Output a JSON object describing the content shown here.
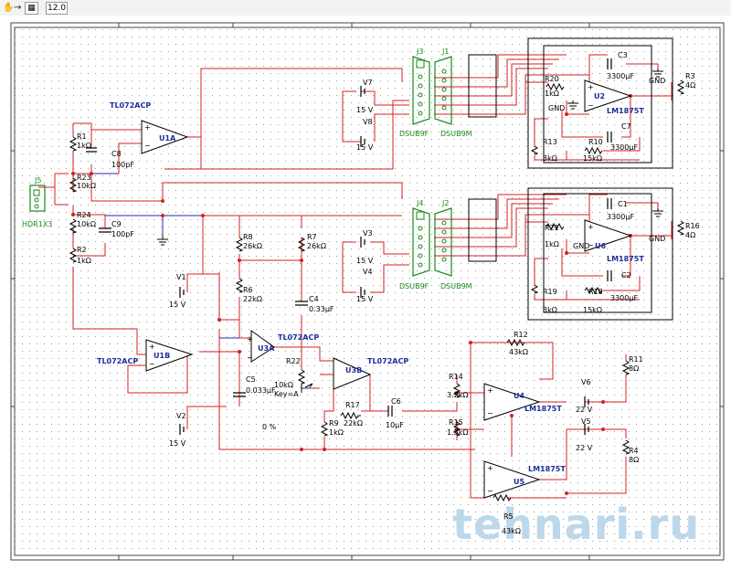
{
  "toolbar": {
    "zoom_value": "12.0"
  },
  "watermark": "tehnari.ru",
  "colors": {
    "wire_red": "#d62020",
    "wire_blue": "#2a2aa6",
    "component_black": "#000000",
    "connector_green": "#1a8a1a",
    "label_blue": "#1f2f9a",
    "watermark": "#bcd8ea"
  },
  "opamps": [
    {
      "ref": "U1A",
      "part": "TL072ACP"
    },
    {
      "ref": "U1B",
      "part": "TL072ACP"
    },
    {
      "ref": "U3A",
      "part": "TL072ACP"
    },
    {
      "ref": "U3B",
      "part": "TL072ACP"
    }
  ],
  "power_amps": [
    {
      "ref": "U2",
      "part": "LM1875T"
    },
    {
      "ref": "U6",
      "part": "LM1875T"
    },
    {
      "ref": "U4",
      "part": "LM1875T"
    },
    {
      "ref": "U5",
      "part": "LM1875T"
    }
  ],
  "resistors": [
    {
      "ref": "R1",
      "value": "1kΩ"
    },
    {
      "ref": "R2",
      "value": "1kΩ"
    },
    {
      "ref": "R23",
      "value": "10kΩ"
    },
    {
      "ref": "R24",
      "value": "10kΩ"
    },
    {
      "ref": "R8",
      "value": "26kΩ"
    },
    {
      "ref": "R7",
      "value": "26kΩ"
    },
    {
      "ref": "R6",
      "value": "22kΩ"
    },
    {
      "ref": "R9",
      "value": "1kΩ"
    },
    {
      "ref": "R17",
      "value": "22kΩ"
    },
    {
      "ref": "R14",
      "value": "3.2kΩ"
    },
    {
      "ref": "R15",
      "value": "1.5kΩ"
    },
    {
      "ref": "R12",
      "value": "43kΩ"
    },
    {
      "ref": "R5",
      "value": "43kΩ"
    },
    {
      "ref": "R11",
      "value": "8Ω"
    },
    {
      "ref": "R4",
      "value": "8Ω"
    },
    {
      "ref": "R20",
      "value": "1kΩ"
    },
    {
      "ref": "R21",
      "value": "1kΩ"
    },
    {
      "ref": "R13",
      "value": "3kΩ"
    },
    {
      "ref": "R19",
      "value": "3kΩ"
    },
    {
      "ref": "R10",
      "value": "15kΩ"
    },
    {
      "ref": "R18",
      "value": "15kΩ"
    },
    {
      "ref": "R3",
      "value": "4Ω"
    },
    {
      "ref": "R16",
      "value": "4Ω"
    }
  ],
  "capacitors": [
    {
      "ref": "C8",
      "value": "100pF"
    },
    {
      "ref": "C9",
      "value": "100pF"
    },
    {
      "ref": "C4",
      "value": "0.33µF"
    },
    {
      "ref": "C5",
      "value": "0.033µF"
    },
    {
      "ref": "C6",
      "value": "10µF"
    },
    {
      "ref": "C3",
      "value": "3300µF"
    },
    {
      "ref": "C7",
      "value": "3300µF"
    },
    {
      "ref": "C1",
      "value": "3300µF"
    },
    {
      "ref": "C2",
      "value": "3300µF"
    }
  ],
  "sources": [
    {
      "ref": "V1",
      "value": "15 V"
    },
    {
      "ref": "V2",
      "value": "15 V"
    },
    {
      "ref": "V3",
      "value": "15 V"
    },
    {
      "ref": "V4",
      "value": "15 V"
    },
    {
      "ref": "V7",
      "value": "15 V"
    },
    {
      "ref": "V8",
      "value": "15 V"
    },
    {
      "ref": "V5",
      "value": "22 V"
    },
    {
      "ref": "V6",
      "value": "22 V"
    }
  ],
  "connectors": [
    {
      "ref": "J5",
      "part": "HDR1X3"
    },
    {
      "ref": "J3",
      "part": "DSUB9F"
    },
    {
      "ref": "J1",
      "part": "DSUB9M"
    },
    {
      "ref": "J4",
      "part": "DSUB9F"
    },
    {
      "ref": "J2",
      "part": "DSUB9M"
    }
  ],
  "pot": {
    "ref": "R22",
    "value": "10kΩ",
    "key": "Key=A",
    "percent": "0 %"
  },
  "gnd_label": "GND"
}
